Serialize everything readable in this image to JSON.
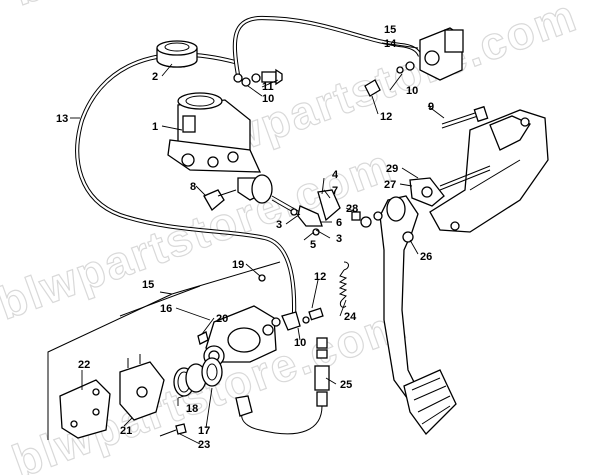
{
  "watermark": [
    "blwpartstore.com",
    "blwpartstore.com",
    "blwpartstore.com",
    "blwpartstore.com"
  ],
  "callouts": [
    {
      "id": "c1",
      "text": "1"
    },
    {
      "id": "c2",
      "text": "2"
    },
    {
      "id": "c3a",
      "text": "3"
    },
    {
      "id": "c3b",
      "text": "3"
    },
    {
      "id": "c4",
      "text": "4"
    },
    {
      "id": "c5",
      "text": "5"
    },
    {
      "id": "c6",
      "text": "6"
    },
    {
      "id": "c7",
      "text": "7"
    },
    {
      "id": "c8",
      "text": "8"
    },
    {
      "id": "c9",
      "text": "9"
    },
    {
      "id": "c10a",
      "text": "10"
    },
    {
      "id": "c10b",
      "text": "10"
    },
    {
      "id": "c10c",
      "text": "10"
    },
    {
      "id": "c11",
      "text": "11"
    },
    {
      "id": "c12a",
      "text": "12"
    },
    {
      "id": "c12b",
      "text": "12"
    },
    {
      "id": "c13",
      "text": "13"
    },
    {
      "id": "c14",
      "text": "14"
    },
    {
      "id": "c15a",
      "text": "15"
    },
    {
      "id": "c15b",
      "text": "15"
    },
    {
      "id": "c16",
      "text": "16"
    },
    {
      "id": "c17",
      "text": "17"
    },
    {
      "id": "c18",
      "text": "18"
    },
    {
      "id": "c19",
      "text": "19"
    },
    {
      "id": "c20",
      "text": "20"
    },
    {
      "id": "c21",
      "text": "21"
    },
    {
      "id": "c22",
      "text": "22"
    },
    {
      "id": "c23",
      "text": "23"
    },
    {
      "id": "c24",
      "text": "24"
    },
    {
      "id": "c25",
      "text": "25"
    },
    {
      "id": "c26",
      "text": "26"
    },
    {
      "id": "c27",
      "text": "27"
    },
    {
      "id": "c28",
      "text": "28"
    },
    {
      "id": "c29",
      "text": "29"
    }
  ]
}
